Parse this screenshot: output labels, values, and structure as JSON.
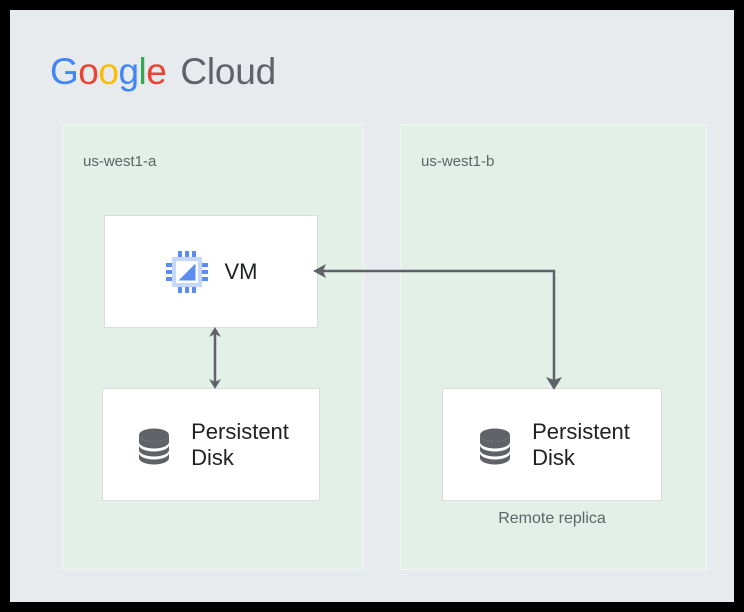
{
  "brand": {
    "google": [
      {
        "char": "G",
        "color": "#4285F4"
      },
      {
        "char": "o",
        "color": "#EA4335"
      },
      {
        "char": "o",
        "color": "#FBBC05"
      },
      {
        "char": "g",
        "color": "#4285F4"
      },
      {
        "char": "l",
        "color": "#34A853"
      },
      {
        "char": "e",
        "color": "#EA4335"
      }
    ],
    "cloud": "Cloud",
    "cloud_color": "#5F6368"
  },
  "colors": {
    "canvas": "#E8EBEE",
    "zone_fill": "#E2F0E8",
    "card_fill": "#FFFFFF",
    "card_border": "#DADCE0",
    "connector": "#5F6368",
    "text_primary": "#202124",
    "text_secondary": "#5F6368",
    "chip_blue": "#5B8DEF",
    "chip_light": "#C5D8FB",
    "disk_gray": "#5F6368"
  },
  "zones": [
    {
      "id": "us-west1-a",
      "label": "us-west1-a"
    },
    {
      "id": "us-west1-b",
      "label": "us-west1-b"
    }
  ],
  "nodes": {
    "vm": {
      "label": "VM",
      "icon": "chip-icon"
    },
    "disk_left": {
      "label": "Persistent\nDisk",
      "icon": "database-icon"
    },
    "disk_right": {
      "label": "Persistent\nDisk",
      "icon": "database-icon",
      "caption": "Remote replica"
    }
  },
  "connectors": [
    {
      "id": "vm-to-disk",
      "from": "vm",
      "to": "disk_left",
      "style": "double-arrow-vertical"
    },
    {
      "id": "replica-link",
      "from": "vm",
      "to": "disk_right",
      "style": "double-arrow-elbow"
    }
  ]
}
